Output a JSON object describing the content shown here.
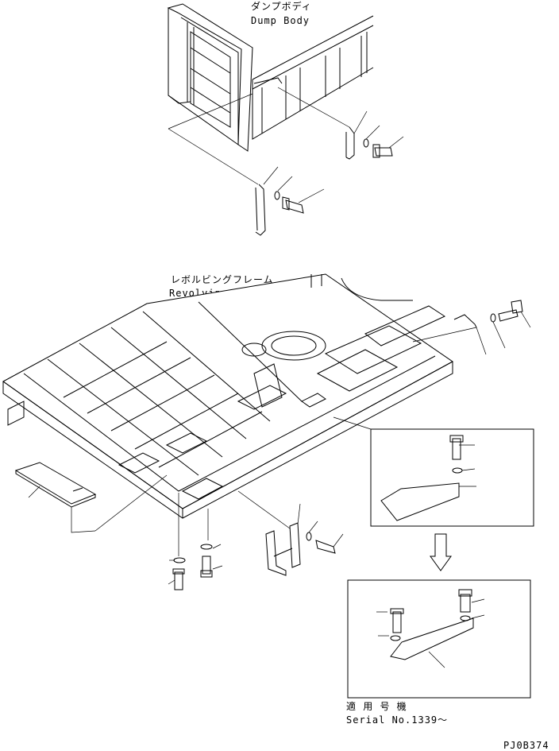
{
  "labels": {
    "dump_body_jp": "ダンプボディ",
    "dump_body_en": "Dump Body",
    "frame_jp": "レボルビングフレーム",
    "frame_en": "Revolving Frame",
    "serial_jp": "適 用 号 機",
    "serial_en": "Serial No.1339～",
    "drawing_code": "PJ0B374"
  }
}
